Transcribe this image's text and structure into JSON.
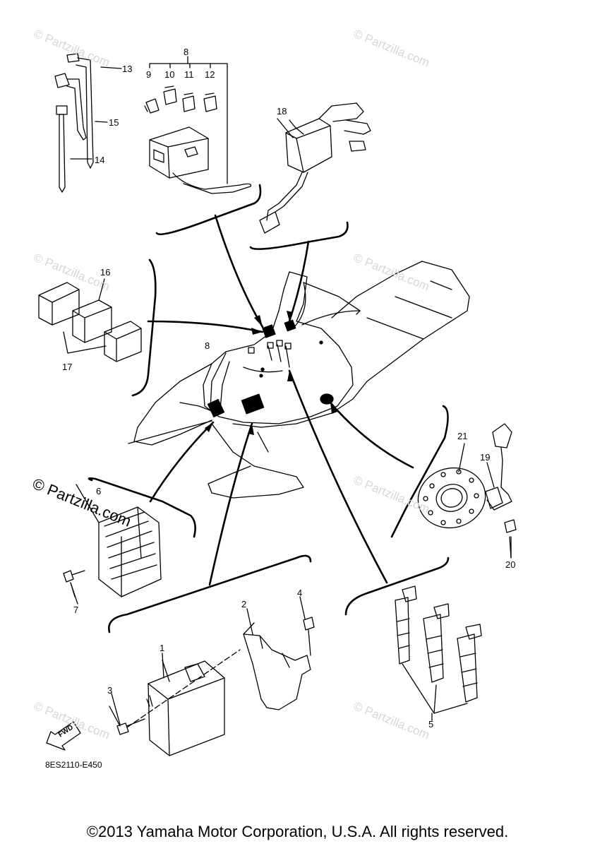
{
  "watermark": {
    "text": "© Partzilla.com",
    "strong_text": "© Partzilla.com"
  },
  "callouts": {
    "c1": "1",
    "c2": "2",
    "c3": "3",
    "c4": "4",
    "c5": "5",
    "c6": "6",
    "c7": "7",
    "c8_top": "8",
    "c8_mid": "8",
    "c9": "9",
    "c10": "10",
    "c11": "11",
    "c12": "12",
    "c13": "13",
    "c14": "14",
    "c15": "15",
    "c16": "16",
    "c17": "17",
    "c18": "18",
    "c19": "19",
    "c20": "20",
    "c21": "21"
  },
  "fwd_label": "FWD",
  "diagram_code": "8ES2110-E450",
  "copyright": "©2013 Yamaha Motor Corporation, U.S.A. All rights reserved."
}
